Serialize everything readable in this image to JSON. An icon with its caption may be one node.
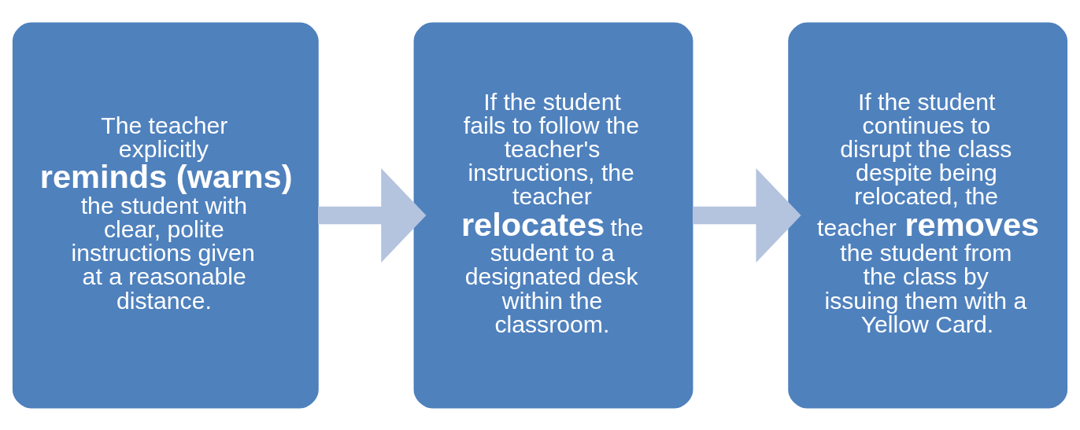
{
  "diagram": {
    "nodes": [
      {
        "text": [
          "The teacher explicitly **reminds (warns)** the student with clear, polite instructions given at a reasonable distance."
        ]
      },
      {
        "text": [
          "If the student fails to follow the teacher's instructions, the teacher **relocates** the student to a designated desk within the classroom."
        ]
      },
      {
        "text": [
          "If the student continues to disrupt the class despite being relocated, the teacher **removes** the student from the class by issuing them with a Yellow Card."
        ]
      }
    ],
    "edges": [
      {
        "from": 0,
        "to": 1,
        "arrow": "to"
      },
      {
        "from": 1,
        "to": 2,
        "arrow": "to"
      }
    ]
  }
}
